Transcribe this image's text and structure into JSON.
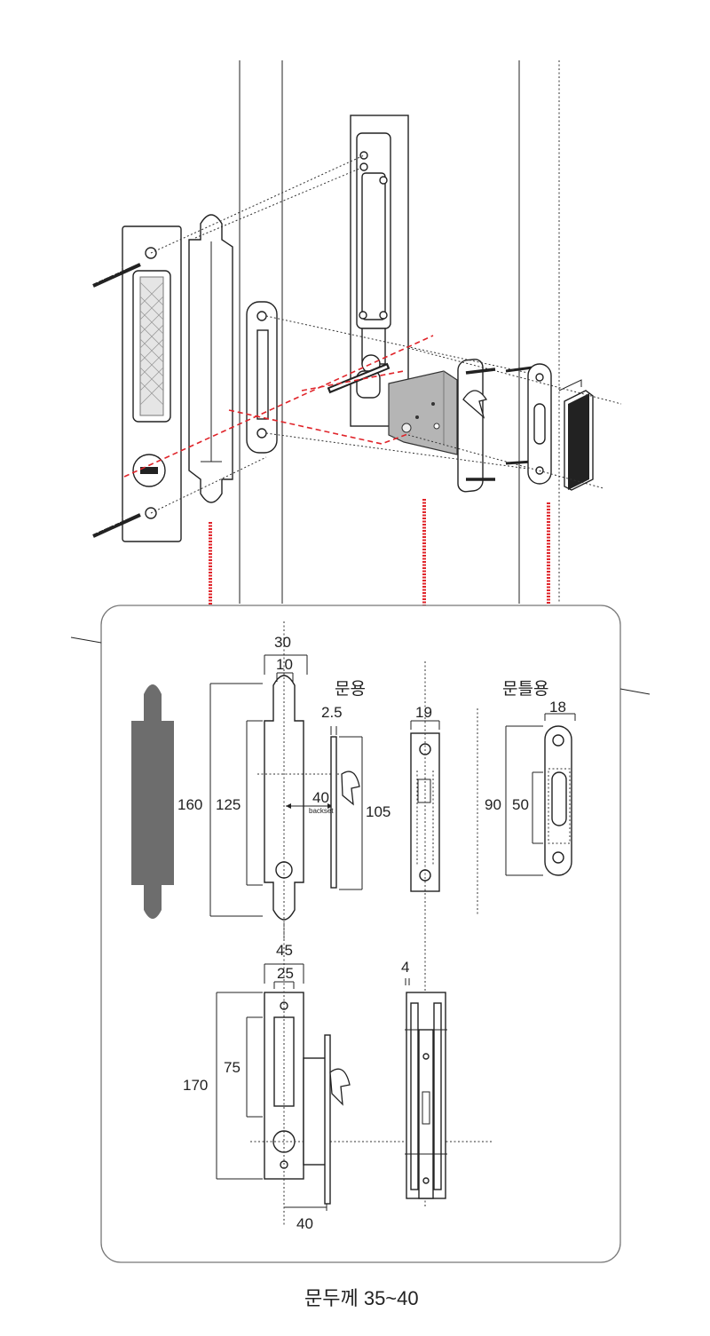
{
  "labels": {
    "door_use": "문용",
    "frame_use": "문틀용",
    "caption": "문두께 35~40",
    "backset": "backset"
  },
  "dimensions": {
    "handle_plate_width": "30",
    "handle_plate_inner": "10",
    "handle_plate_height": "160",
    "handle_plate_screw_pitch": "125",
    "backset_value": "40",
    "latch_plate_thickness": "2.5",
    "latch_plate_height": "105",
    "face_plate_width": "19",
    "strike_width": "18",
    "strike_height": "90",
    "strike_opening": "50",
    "lock_body_width": "45",
    "lock_body_inner": "25",
    "lock_body_height": "170",
    "lock_body_opening": "75",
    "lock_body_backset": "40",
    "side_plate_thickness": "4"
  },
  "colors": {
    "accent_red": "#e0242a",
    "part_grey": "#b5b5b5",
    "line": "#222222"
  }
}
